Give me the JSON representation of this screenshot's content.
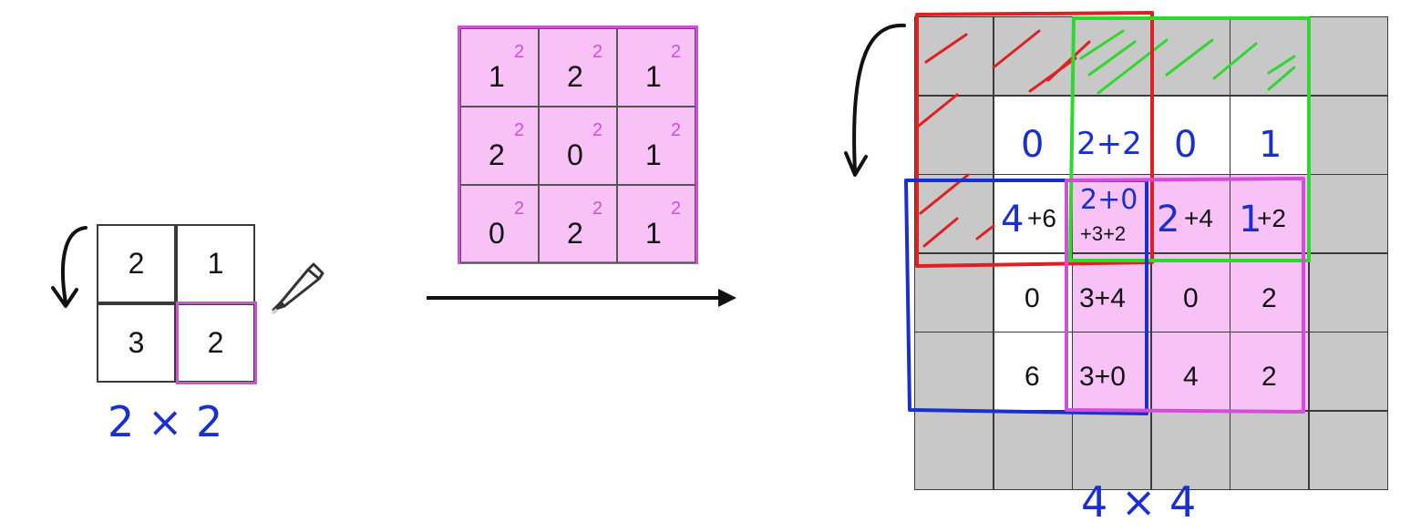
{
  "input": {
    "cells": [
      "2",
      "1",
      "3",
      "2"
    ],
    "size_label": "2 × 2"
  },
  "kernel": {
    "cells": [
      {
        "base": "1",
        "exp": "2"
      },
      {
        "base": "2",
        "exp": "2"
      },
      {
        "base": "1",
        "exp": "2"
      },
      {
        "base": "2",
        "exp": "2"
      },
      {
        "base": "0",
        "exp": "2"
      },
      {
        "base": "1",
        "exp": "2"
      },
      {
        "base": "0",
        "exp": "2"
      },
      {
        "base": "2",
        "exp": "2"
      },
      {
        "base": "1",
        "exp": "2"
      }
    ]
  },
  "output": {
    "row1": [
      "0",
      "2+2",
      "0",
      "1"
    ],
    "row2": {
      "c1_blue": "4",
      "c1_black": "+6",
      "c2_blue": "2+0",
      "c2_black": "+3+2",
      "c3_blue": "2",
      "c3_black": "+4",
      "c4_blue": "1",
      "c4_black": "+2"
    },
    "row3": [
      "0",
      "3+4",
      "0",
      "2"
    ],
    "row4": [
      "6",
      "3+0",
      "4",
      "2"
    ],
    "size_label": "4 × 4"
  },
  "colors": {
    "pink": "#f9c2f7",
    "magenta": "#d04fd6",
    "red": "#e02020",
    "green": "#2ed82e",
    "blue": "#1a2fd0",
    "gray": "#c8c8c8"
  }
}
